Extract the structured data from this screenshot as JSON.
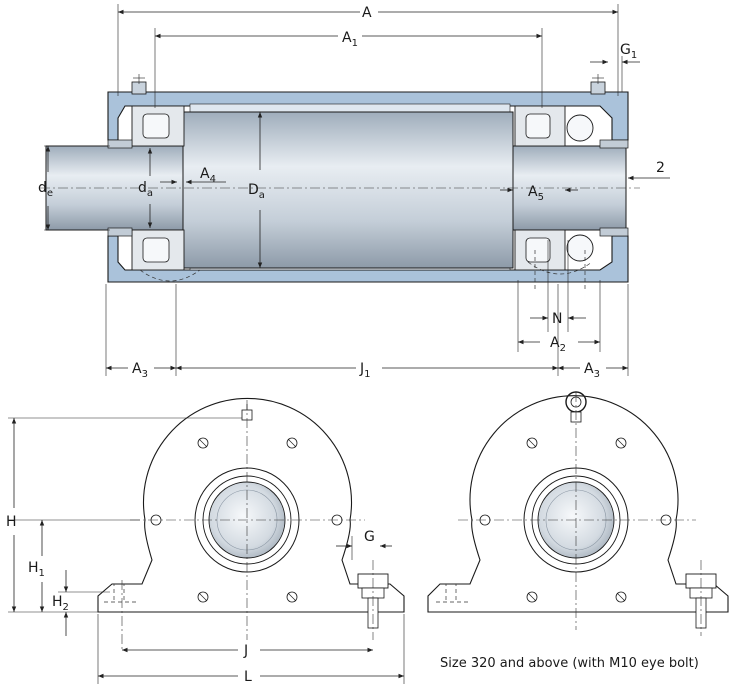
{
  "labels": {
    "A": "A",
    "A1_main": "A",
    "A1_sub": "1",
    "G1_main": "G",
    "G1_sub": "1",
    "de_main": "d",
    "de_sub": "e",
    "da_main": "d",
    "da_sub": "a",
    "A4_main": "A",
    "A4_sub": "4",
    "Da_main": "D",
    "Da_sub": "a",
    "A5_main": "A",
    "A5_sub": "5",
    "two": "2",
    "N": "N",
    "A2_main": "A",
    "A2_sub": "2",
    "A3_main": "A",
    "A3_sub": "3",
    "J1_main": "J",
    "J1_sub": "1",
    "H": "H",
    "H1_main": "H",
    "H1_sub": "1",
    "H2_main": "H",
    "H2_sub": "2",
    "G": "G",
    "J": "J",
    "L": "L"
  },
  "caption": "Size 320 and above (with M10 eye bolt)",
  "colors": {
    "housing": "#aac2da",
    "shaft": "#c9d3dd",
    "bearing": "#e4e8ec",
    "outline": "#1a1a1a"
  }
}
